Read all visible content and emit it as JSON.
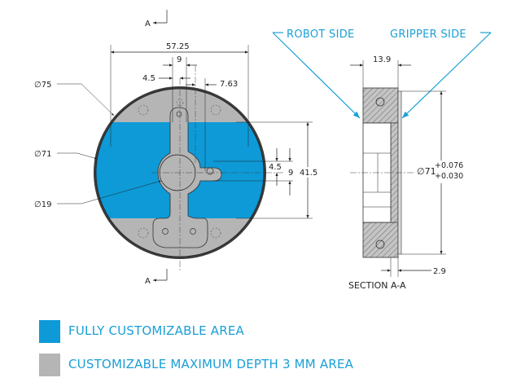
{
  "colors": {
    "full_area": "#0d9ad7",
    "depth_area": "#b5b5b5",
    "accent": "#1a9fd6"
  },
  "front_view": {
    "section_mark_top": "A",
    "section_mark_bottom": "A",
    "dim_width": "57.25",
    "dim_9_top": "9",
    "dim_4_5_top": "4.5",
    "dim_7_63": "7.63",
    "dim_diam_75": "∅75",
    "dim_diam_71": "∅71",
    "dim_diam_19": "∅19",
    "dim_4_5_right": "4.5",
    "dim_9_right": "9",
    "dim_41_5": "41.5"
  },
  "section_view": {
    "robot_side_label": "ROBOT SIDE",
    "gripper_side_label": "GRIPPER SIDE",
    "dim_13_9": "13.9",
    "dim_diam_71": "∅71",
    "tol_upper": "+0.076",
    "tol_lower": "+0.030",
    "dim_2_9": "2.9",
    "caption": "SECTION A-A"
  },
  "legend": [
    {
      "text": "FULLY CUSTOMIZABLE AREA",
      "color": "#0d9ad7"
    },
    {
      "text": "CUSTOMIZABLE MAXIMUM DEPTH 3 MM AREA",
      "color": "#b5b5b5"
    }
  ]
}
